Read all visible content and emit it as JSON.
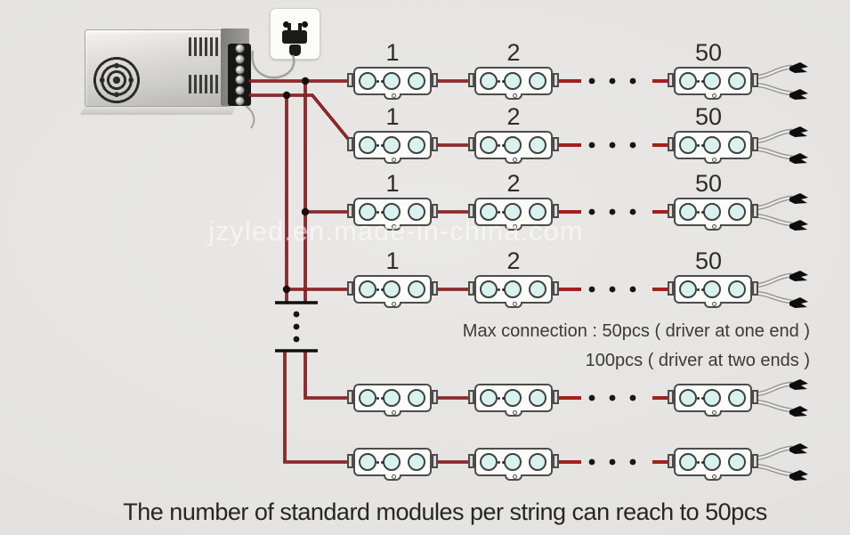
{
  "watermark": "jzyled.en.made-in-china.com",
  "caption": "The number of standard modules per string can reach to 50pcs",
  "notes": {
    "line1": "Max connection : 50pcs ( driver at one end )",
    "line2": "100pcs ( driver at two ends )"
  },
  "rows": [
    {
      "labels": [
        "1",
        "2",
        "50"
      ]
    },
    {
      "labels": [
        "1",
        "2",
        "50"
      ]
    },
    {
      "labels": [
        "1",
        "2",
        "50"
      ]
    },
    {
      "labels": [
        "1",
        "2",
        "50"
      ]
    },
    {
      "labels": []
    },
    {
      "labels": []
    }
  ],
  "power_section": {
    "power_supply": {
      "terminal_screw_count": 6
    },
    "outlet": {
      "socket_hole_count": 2
    }
  },
  "colors": {
    "background": "#e4e3e1",
    "wire": "#6f1216",
    "wire_core": "#b23336",
    "wire_stub": "#a3201c",
    "module_body": "#fbfbf9",
    "led_fill": "#d8f3ef",
    "fork_wire": "#eaeae6",
    "connector_tip": "#0d0d0d"
  },
  "icons": {
    "fan-icon": "css-concentric-circles",
    "plug-icon": "css-black-plug-shape",
    "outlet-icon": "css-rounded-square",
    "terminal-screw-icon": "css-silver-circle",
    "connector-tip-icon": "svg-black-blob",
    "ellipsis-dots-icon": "svg-three-dots"
  }
}
